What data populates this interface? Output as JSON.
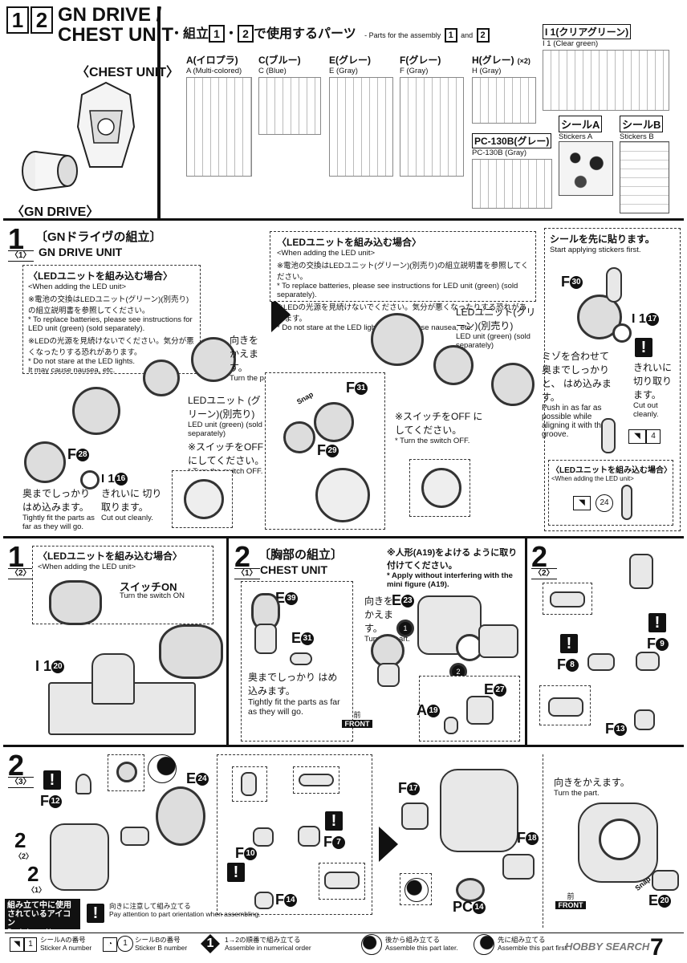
{
  "header": {
    "step_boxes": [
      "1",
      "2"
    ],
    "title_line1": "GN DRIVE /",
    "title_line2": "CHEST UNIT",
    "chest_label": "〈CHEST UNIT〉",
    "drive_label": "〈GN DRIVE〉",
    "parts_heading_jp": "・組立",
    "parts_heading_n1": "1",
    "parts_heading_dot": "・",
    "parts_heading_n2": "2",
    "parts_heading_jp2": "で使用するパーツ",
    "parts_heading_en": "- Parts for the assembly",
    "parts_heading_and": "and",
    "runners": [
      {
        "jp": "A(イロプラ)",
        "en": "A (Multi-colored)"
      },
      {
        "jp": "C(ブルー)",
        "en": "C (Blue)"
      },
      {
        "jp": "E(グレー)",
        "en": "E (Gray)"
      },
      {
        "jp": "F(グレー)",
        "en": "F (Gray)"
      },
      {
        "jp": "H(グレー)",
        "en": "H (Gray)",
        "qty": "(×2)"
      },
      {
        "jp": "I 1(クリアグリーン)",
        "en": "I 1 (Clear green)"
      },
      {
        "jp": "PC-130B(グレー)",
        "en": "PC-130B (Gray)"
      },
      {
        "jp": "シールA",
        "en": "Stickers A"
      },
      {
        "jp": "シールB",
        "en": "Stickers B"
      }
    ]
  },
  "step1_1": {
    "step": "1",
    "sub": "〈1〉",
    "title_jp": "〔GNドライヴの組立〕",
    "title_en": "GN DRIVE UNIT",
    "led_heading_jp": "〈LEDユニットを組み込む場合〉",
    "led_heading_en": "<When adding the LED unit>",
    "note1_jp": "※電池の交換はLEDユニット(グリーン)(別売り)の組立説明書を参照してください。",
    "note1_en": "* To replace batteries, please see instructions for LED unit (green) (sold separately).",
    "note2_jp": "※LEDの光源を見続けないでください。気分が悪くなったりする恐れがあります。",
    "note2_en": "* Do not stare at the LED lights. It may cause nausea, etc.",
    "left_note1_jp": "※電池の交換はLEDユニット(グリーン)(別売り)の組立説明書を参照してください。",
    "left_note1_en": "* To replace batteries, please see instructions for LED unit (green) (sold separately).",
    "left_note2_jp": "※LEDの光源を見続けないでください。気分が悪くなったりする恐れがあります。",
    "left_note2_en": "It may cause nausea, etc.",
    "left_note2_en_a": "* Do not stare at the LED lights.",
    "turn_jp": "向きを かえます。",
    "turn_en": "Turn the part.",
    "led_unit_jp": "LEDユニット (グリーン)(別売り)",
    "led_unit_en": "LED unit (green) (sold separately)",
    "switch_jp": "※スイッチをOFF にしてください。",
    "switch_en": "* Turn the switch OFF.",
    "f28": "F",
    "f28n": "28",
    "i16": "I 1",
    "i16n": "16",
    "fit_jp": "奥までしっかり はめ込みます。",
    "fit_en": "Tightly fit the parts as far as they will go.",
    "cut_jp": "きれいに 切り取ります。",
    "cut_en": "Cut out cleanly.",
    "f31": "F",
    "f31n": "31",
    "f29": "F",
    "f29n": "29",
    "snap": "Snap",
    "right_led_unit_jp": "LEDユニット(グリーン)(別売り)",
    "right_led_unit_en": "LED unit (green) (sold separately)",
    "right_switch_jp": "※スイッチをOFF にしてください。",
    "right_switch_en": "* Turn the switch OFF.",
    "sticker_first_jp": "シールを先に貼ります。",
    "sticker_first_en": "Start applying stickers first.",
    "f30": "F",
    "f30n": "30",
    "i17": "I 1",
    "i17n": "17",
    "groove_jp": "ミゾを合わせて 奥までしっかりと、 はめ込みます。",
    "groove_en": "Push in as far as possible while aligning it with the groove.",
    "cut2_jp": "きれいに 切り取ります。",
    "cut2_en": "Cut out cleanly.",
    "sticker4": "4",
    "sticker24": "24",
    "led_heading2_jp": "〈LEDユニットを組み込む場合〉",
    "led_heading2_en": "<When adding the LED unit>"
  },
  "step1_2": {
    "step": "1",
    "sub": "〈2〉",
    "led_heading_jp": "〈LEDユニットを組み込む場合〉",
    "led_heading_en": "<When adding the LED unit>",
    "switch_jp": "スイッチON",
    "switch_en": "Turn the switch ON",
    "i20": "I 1",
    "i20n": "20"
  },
  "step2_1": {
    "step": "2",
    "sub": "〈1〉",
    "title_jp": "〔胸部の組立〕",
    "title_en": "CHEST UNIT",
    "note_jp": "※人形(A19)をよける ように取り付けてください。",
    "note_en": "* Apply without interfering with the mini figure (A19).",
    "e39": "E",
    "e39n": "39",
    "e31": "E",
    "e31n": "31",
    "e23": "E",
    "e23n": "23",
    "e27": "E",
    "e27n": "27",
    "a19": "A",
    "a19n": "19",
    "turn_jp": "向きを かえます。",
    "turn_en": "Turn the part.",
    "fit_jp": "奥までしっかり はめ込みます。",
    "fit_en": "Tightly fit the parts as far as they will go.",
    "front_jp": "前",
    "front_en": "FRONT",
    "order1": "1",
    "order2": "2"
  },
  "step2_2": {
    "step": "2",
    "sub": "〈2〉",
    "f8": "F",
    "f8n": "8",
    "f9": "F",
    "f9n": "9",
    "f13": "F",
    "f13n": "13"
  },
  "step2_3": {
    "step": "2",
    "sub": "〈3〉",
    "f12": "F",
    "f12n": "12",
    "e24": "E",
    "e24n": "24",
    "ref1": "2",
    "ref1sub": "〈2〉",
    "ref2": "2",
    "ref2sub": "〈1〉",
    "f10": "F",
    "f10n": "10",
    "f7": "F",
    "f7n": "7",
    "f14": "F",
    "f14n": "14",
    "f17": "F",
    "f17n": "17",
    "f18": "F",
    "f18n": "18",
    "pc14": "PC",
    "pc14n": "14",
    "e20": "E",
    "e20n": "20",
    "turn_jp": "向きをかえます。",
    "turn_en": "Turn the part.",
    "snap": "Snap",
    "front_jp": "前",
    "front_en": "FRONT"
  },
  "legend": {
    "title_jp": "組み立て中に使用 されているアイコン",
    "title_en": "Symbols used in instructions",
    "items": [
      {
        "jp": "向きに注意して組み立てる",
        "en": "Pay attention to part orientation when assembling."
      },
      {
        "jp": "シールAの番号",
        "en": "Sticker A number"
      },
      {
        "jp": "シールBの番号",
        "en": "Sticker B number"
      },
      {
        "jp": "1→2の順番で組み立てる",
        "en": "Assemble in numerical order"
      },
      {
        "jp": "後から組み立てる",
        "en": "Assemble this part later."
      },
      {
        "jp": "先に組み立てる",
        "en": "Assemble this part first."
      }
    ],
    "sticker_a_ic": "1",
    "sticker_b_ic": "1"
  },
  "footer": {
    "watermark": "HOBBY SEARCH",
    "page_number": "7"
  }
}
